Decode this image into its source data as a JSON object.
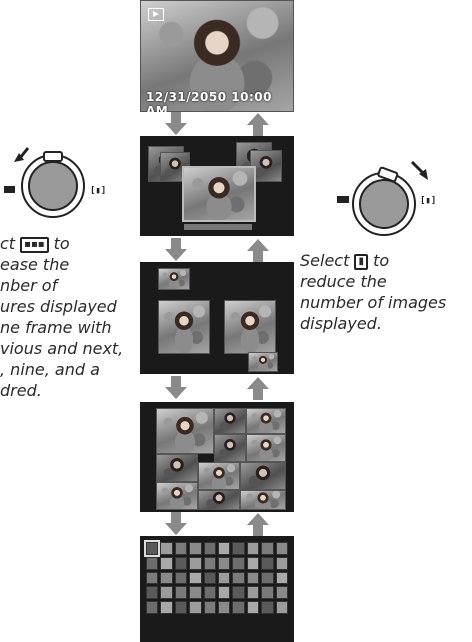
{
  "screen1": {
    "timestamp": "12/31/2050   10:00 AM",
    "mode_icon": "playback-icon"
  },
  "left_panel": {
    "caption_lines": [
      "ct",
      "to",
      "ease the",
      "nber of",
      "ures displayed",
      "ne frame with",
      "vious and next,",
      ", nine, and a",
      "dred."
    ],
    "button_glyph": "▪▪▪",
    "dial_icon": "command-dial-icon"
  },
  "right_panel": {
    "caption_lines": [
      "Select",
      "to",
      "reduce the",
      "number of images",
      "displayed."
    ],
    "button_glyph": "▮",
    "dial_icon": "command-dial-icon"
  },
  "arrows": {
    "down_label": "down-arrow-icon",
    "up_label": "up-arrow-icon"
  },
  "colors": {
    "screen_bg": "#1a1a1a",
    "arrow": "#8a8a8a",
    "text": "#2a2a2a"
  }
}
